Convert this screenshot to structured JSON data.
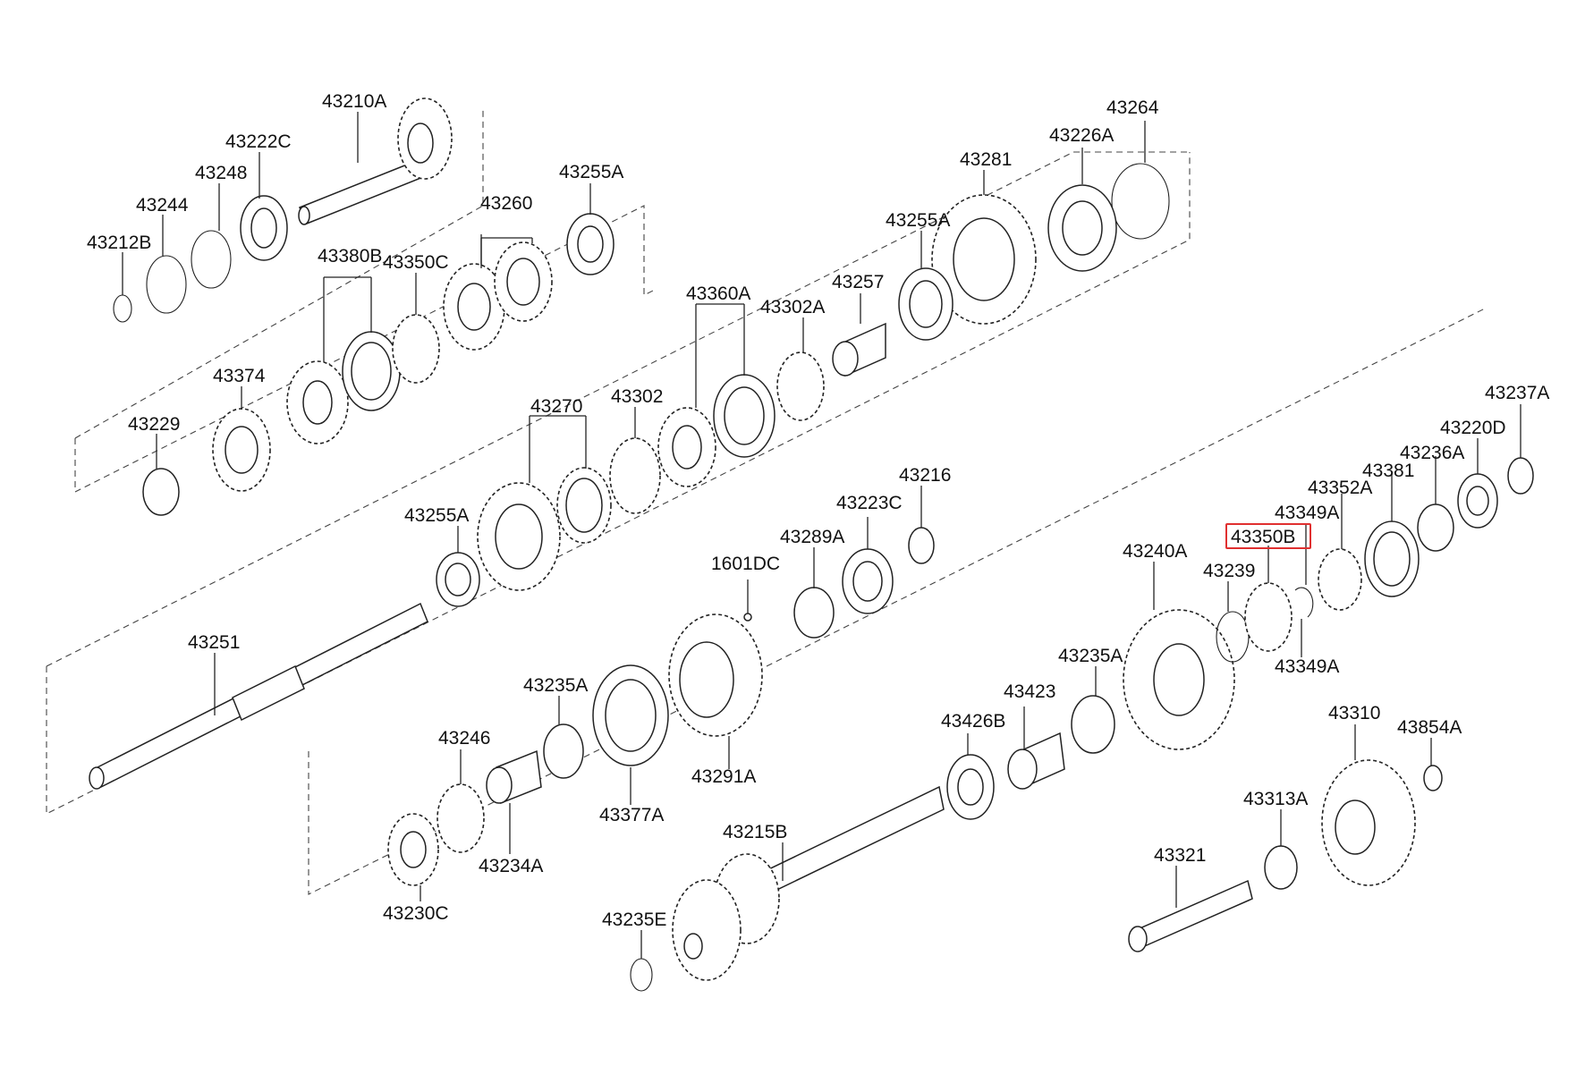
{
  "diagram": {
    "highlight_color": "#e03030",
    "highlighted_part": "43350B",
    "labels": [
      {
        "id": "43210A",
        "text": "43210A"
      },
      {
        "id": "43222C",
        "text": "43222C"
      },
      {
        "id": "43248",
        "text": "43248"
      },
      {
        "id": "43244",
        "text": "43244"
      },
      {
        "id": "43212B",
        "text": "43212B"
      },
      {
        "id": "43260",
        "text": "43260"
      },
      {
        "id": "43255A-1",
        "text": "43255A"
      },
      {
        "id": "43380B",
        "text": "43380B"
      },
      {
        "id": "43350C",
        "text": "43350C"
      },
      {
        "id": "43374",
        "text": "43374"
      },
      {
        "id": "43229",
        "text": "43229"
      },
      {
        "id": "43264",
        "text": "43264"
      },
      {
        "id": "43226A",
        "text": "43226A"
      },
      {
        "id": "43281",
        "text": "43281"
      },
      {
        "id": "43255A-2",
        "text": "43255A"
      },
      {
        "id": "43257",
        "text": "43257"
      },
      {
        "id": "43360A",
        "text": "43360A"
      },
      {
        "id": "43302A",
        "text": "43302A"
      },
      {
        "id": "43270",
        "text": "43270"
      },
      {
        "id": "43302",
        "text": "43302"
      },
      {
        "id": "43255A-3",
        "text": "43255A"
      },
      {
        "id": "43251",
        "text": "43251"
      },
      {
        "id": "43216",
        "text": "43216"
      },
      {
        "id": "43223C",
        "text": "43223C"
      },
      {
        "id": "43289A",
        "text": "43289A"
      },
      {
        "id": "1601DC",
        "text": "1601DC"
      },
      {
        "id": "43235A-1",
        "text": "43235A"
      },
      {
        "id": "43246",
        "text": "43246"
      },
      {
        "id": "43377A",
        "text": "43377A"
      },
      {
        "id": "43291A",
        "text": "43291A"
      },
      {
        "id": "43234A",
        "text": "43234A"
      },
      {
        "id": "43230C",
        "text": "43230C"
      },
      {
        "id": "43215B",
        "text": "43215B"
      },
      {
        "id": "43235E",
        "text": "43235E"
      },
      {
        "id": "43237A",
        "text": "43237A"
      },
      {
        "id": "43220D",
        "text": "43220D"
      },
      {
        "id": "43236A",
        "text": "43236A"
      },
      {
        "id": "43381",
        "text": "43381"
      },
      {
        "id": "43352A",
        "text": "43352A"
      },
      {
        "id": "43349A-1",
        "text": "43349A"
      },
      {
        "id": "43350B",
        "text": "43350B"
      },
      {
        "id": "43240A",
        "text": "43240A"
      },
      {
        "id": "43239",
        "text": "43239"
      },
      {
        "id": "43349A-2",
        "text": "43349A"
      },
      {
        "id": "43235A-2",
        "text": "43235A"
      },
      {
        "id": "43423",
        "text": "43423"
      },
      {
        "id": "43426B",
        "text": "43426B"
      },
      {
        "id": "43310",
        "text": "43310"
      },
      {
        "id": "43854A",
        "text": "43854A"
      },
      {
        "id": "43313A",
        "text": "43313A"
      },
      {
        "id": "43321",
        "text": "43321"
      }
    ]
  }
}
